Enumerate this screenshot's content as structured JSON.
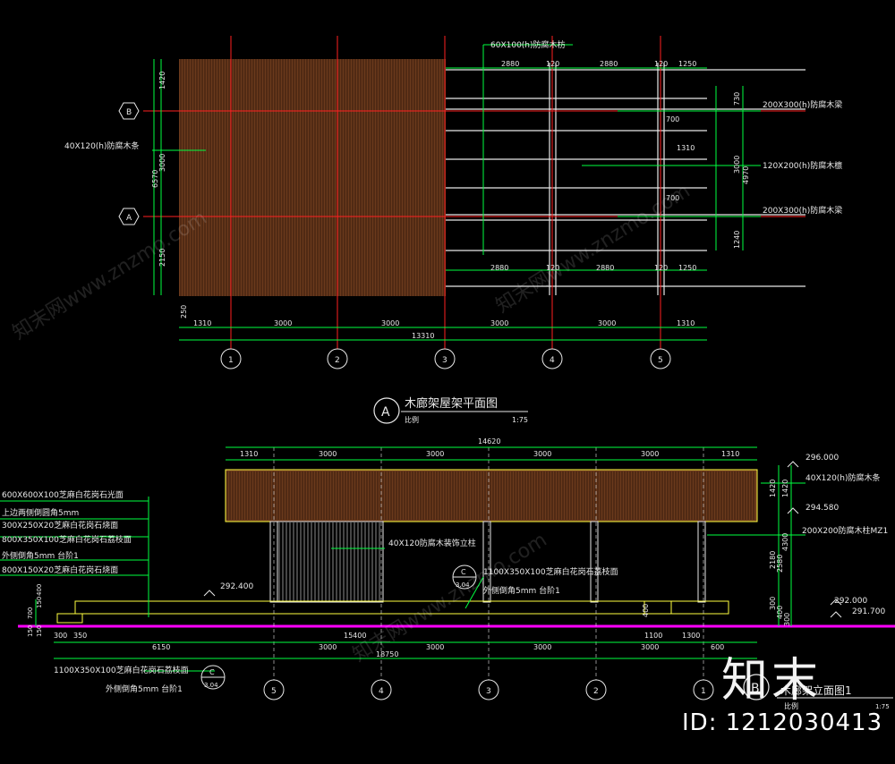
{
  "plan": {
    "top_dims": [
      "2880",
      "120",
      "2880",
      "120",
      "1250"
    ],
    "bottom_dims": [
      "2880",
      "120",
      "2880",
      "120",
      "1250"
    ],
    "axis_dims": [
      "1310",
      "3000",
      "3000",
      "3000",
      "3000",
      "1310"
    ],
    "total_dim": "13310",
    "left_dims": [
      "1420",
      "3000",
      "2150"
    ],
    "left_total": "6570",
    "left_small": "250",
    "right_dims": [
      "730",
      "3000",
      "1240"
    ],
    "right_total": "4970",
    "right_small": [
      "700",
      "1310",
      "700"
    ],
    "labels": {
      "fang": "60X100(h)防腐木枋",
      "liang1": "200X300(h)防腐木梁",
      "liang_mid": "120X200(h)防腐木檩",
      "liang2": "200X300(h)防腐木梁",
      "tiao": "40X120(h)防腐木条"
    },
    "grid_rows": [
      "B",
      "A"
    ],
    "grid_cols": [
      "1",
      "2",
      "3",
      "4",
      "5"
    ],
    "title_circle": "A",
    "title": "木廊架屋架平面图",
    "scale_label": "比例",
    "scale_value": "1:75"
  },
  "elev": {
    "top_dims": [
      "1310",
      "3000",
      "3000",
      "3000",
      "3000",
      "1310"
    ],
    "top_total": "14620",
    "levels": [
      "296.000",
      "294.580",
      "292.400",
      "292.000",
      "291.700"
    ],
    "right_dims": [
      "1420",
      "1420",
      "4300",
      "2180",
      "2580",
      "300",
      "400",
      "300"
    ],
    "left_dims": [
      "700",
      "150",
      "150",
      "400",
      "150"
    ],
    "bottom_dims_row1": [
      "300",
      "350",
      "6150",
      "15400",
      "1100",
      "1300",
      "600"
    ],
    "bottom_dims_row2": [
      "3000",
      "3000",
      "3000",
      "3000"
    ],
    "bottom_total": "18750",
    "mid_dim": "400",
    "left_labels": [
      "600X600X100芝麻白花岗石光面",
      "上边两侧倒圆角5mm",
      "300X250X20芝麻白花岗石烧面",
      "800X350X100芝麻白花岗石荔枝面",
      "外侧倒角5mm     台阶1",
      "800X150X20芝麻白花岗石烧面"
    ],
    "right_labels": {
      "tiao": "40X120(h)防腐木条",
      "zhu": "200X200防腐木柱MZ1"
    },
    "center_labels": {
      "zhuangshi": "40X120防腐木装饰立柱",
      "step": "1100X350X100芝麻白花岗石荔枝面",
      "chamfer": "外侧倒角5mm     台阶1"
    },
    "bottom_labels": {
      "step": "1100X350X100芝麻白花岗石荔枝面",
      "chamfer": "外侧倒角5mm     台阶1"
    },
    "callout_top": "C",
    "callout_bottom": "3.04",
    "grid_cols": [
      "5",
      "4",
      "3",
      "2",
      "1"
    ],
    "title_circle": "B",
    "title": "木廊架立面图1",
    "scale_label": "比例",
    "scale_value": "1:75"
  },
  "watermark": {
    "logo": "知末",
    "id": "ID: 1212030413",
    "diag_text": "知末网www.znzmo.com"
  },
  "colors": {
    "background": "#000000",
    "grid_red": "#ff2020",
    "dim_green": "#00ff40",
    "wood": "#6b3a1c",
    "wood_line": "#2a1208",
    "frame_white": "#e8e8e8",
    "yellow": "#ffff40",
    "magenta": "#ff00ff",
    "cyan": "#40ffff"
  }
}
